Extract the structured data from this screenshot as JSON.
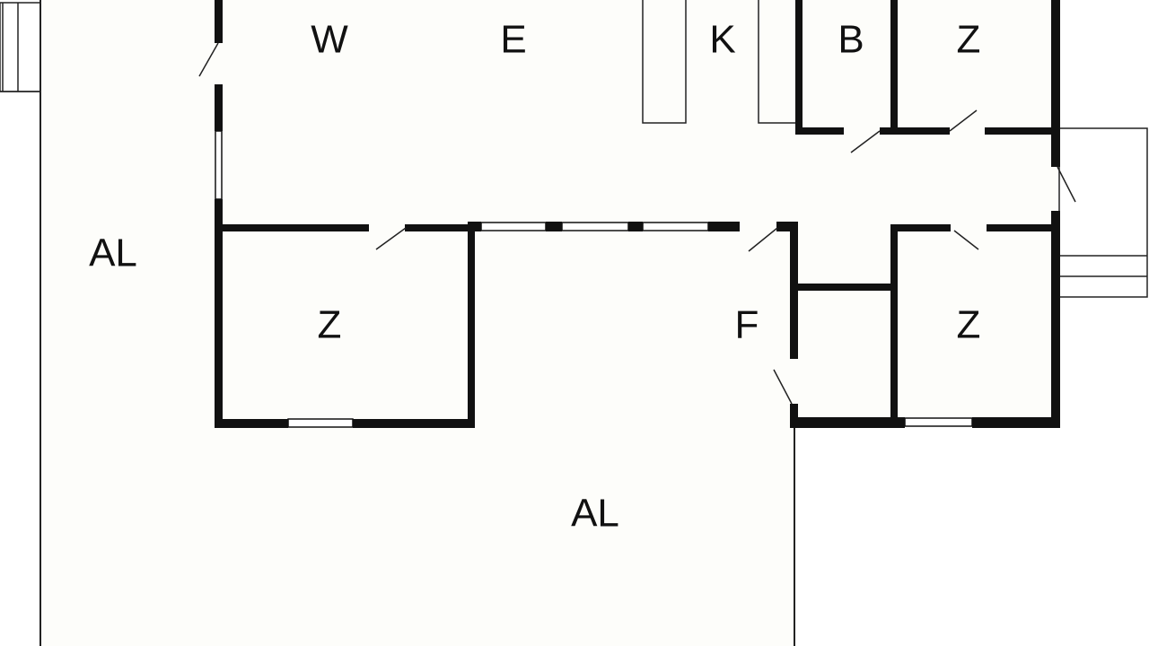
{
  "floorplan": {
    "colors": {
      "background": "#ffffff",
      "floor": "#fdfdfa",
      "wall": "#111111",
      "line": "#222222",
      "window_fill": "#ffffff"
    },
    "labels": {
      "al_left": "AL",
      "al_bottom": "AL",
      "w": "W",
      "e": "E",
      "k": "K",
      "b": "B",
      "z_top": "Z",
      "z_left": "Z",
      "f": "F",
      "z_right": "Z"
    }
  }
}
